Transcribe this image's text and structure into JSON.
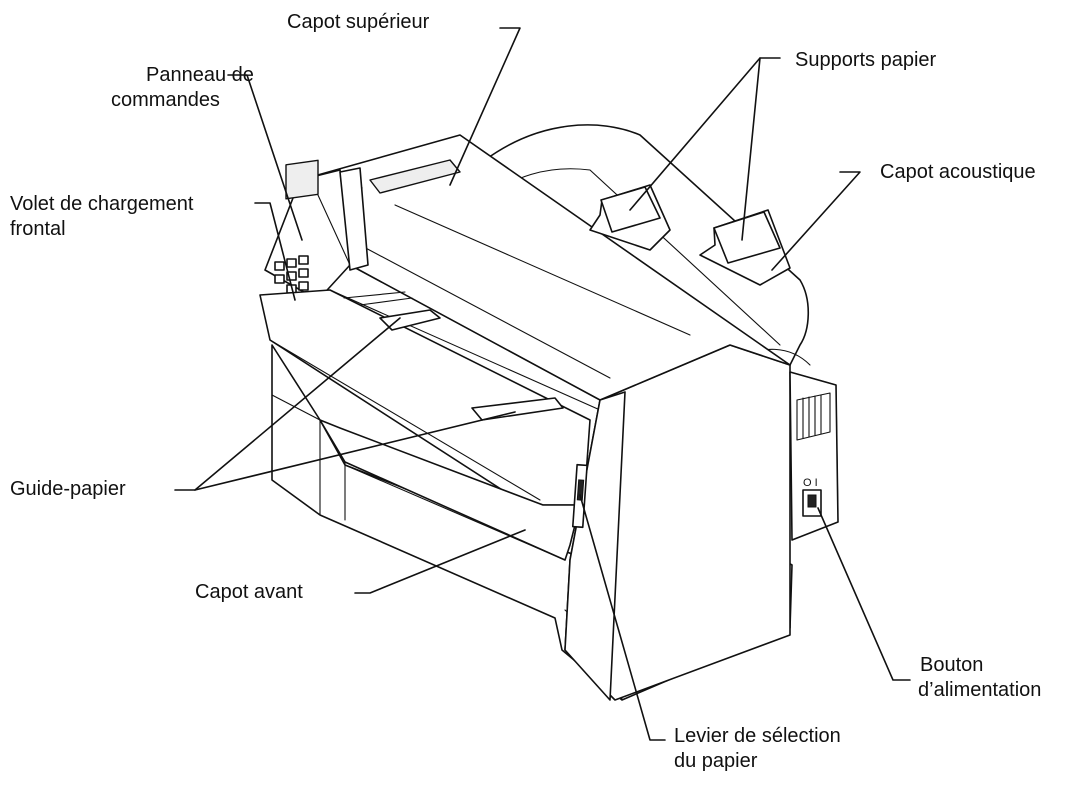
{
  "labels": {
    "capot_superieur": "Capot supérieur",
    "supports_papier": "Supports papier",
    "panneau_line1": "Panneau de",
    "panneau_line2": "commandes",
    "capot_acoustique": "Capot acoustique",
    "volet_line1": "Volet de chargement",
    "volet_line2": "frontal",
    "guide_papier": "Guide-papier",
    "capot_avant": "Capot avant",
    "bouton_line1": "Bouton",
    "bouton_line2": "d’alimentation",
    "levier_line1": "Levier de sélection",
    "levier_line2": "du papier",
    "switch_mark": "O I"
  },
  "icons": {
    "printer": "dot-matrix-printer-line-drawing"
  }
}
